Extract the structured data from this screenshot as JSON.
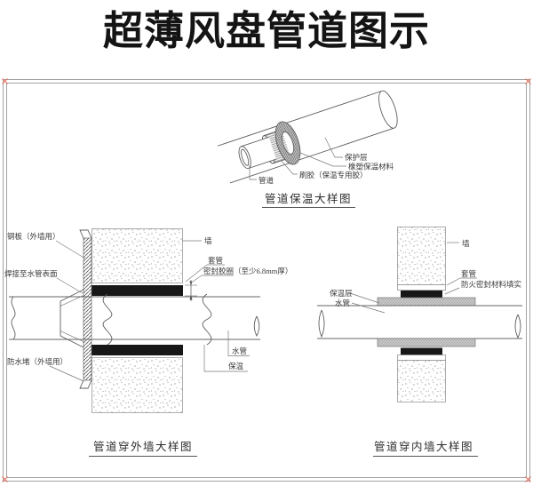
{
  "title": "超薄风盘管道图示",
  "colors": {
    "line_ink": "#5e5e5e",
    "leader": "#7a7a7a",
    "sealing_band_black": "#171717",
    "insulation_gray": "#cdcdcd",
    "frame_gray": "#a3a3a3",
    "corner_mark_red": "#e4705f",
    "title_black": "#141414"
  },
  "details": {
    "insulation": {
      "caption": "管道保温大样图",
      "labels": {
        "protective_layer": "保护层",
        "rubber_plastic_insulation": "橡塑保温材料",
        "glue": "刷胶（保温专用胶）",
        "pipe": "管道"
      }
    },
    "exterior_wall": {
      "caption": "管道穿外墙大样图",
      "labels": {
        "steel_plate": "钢板（外墙用）",
        "weld_to_pipe_surface": "焊接至水管表面",
        "waterproof_plug": "防水堵（外墙用）",
        "wall": "墙",
        "sleeve": "套管",
        "seal_ring": "密封胶圈（至少6.8mm厚）",
        "water_pipe": "水管",
        "insulation": "保温"
      }
    },
    "interior_wall": {
      "caption": "管道穿内墙大样图",
      "labels": {
        "wall": "墙",
        "sleeve": "套管",
        "fireproof_seal": "防火密封材料填实",
        "insulation_layer": "保温层",
        "water_pipe": "水管"
      }
    }
  }
}
